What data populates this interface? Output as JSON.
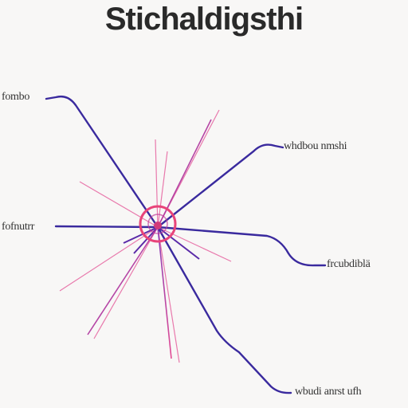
{
  "diagram": {
    "title": "Stichaldigsthi",
    "labels": {
      "top_left": "fombo",
      "top_right": "whdbou nmshi",
      "middle_left": "fofnutrr",
      "middle_right": "frcubdiblä",
      "bottom_right": "wbudi anrst ufh"
    },
    "colors": {
      "connector": "#3a2a9e",
      "ray_pink": "#e23a8a",
      "ray_purple": "#7a2ab0",
      "hub": "#e8447a",
      "background": "#f8f7f6"
    }
  }
}
